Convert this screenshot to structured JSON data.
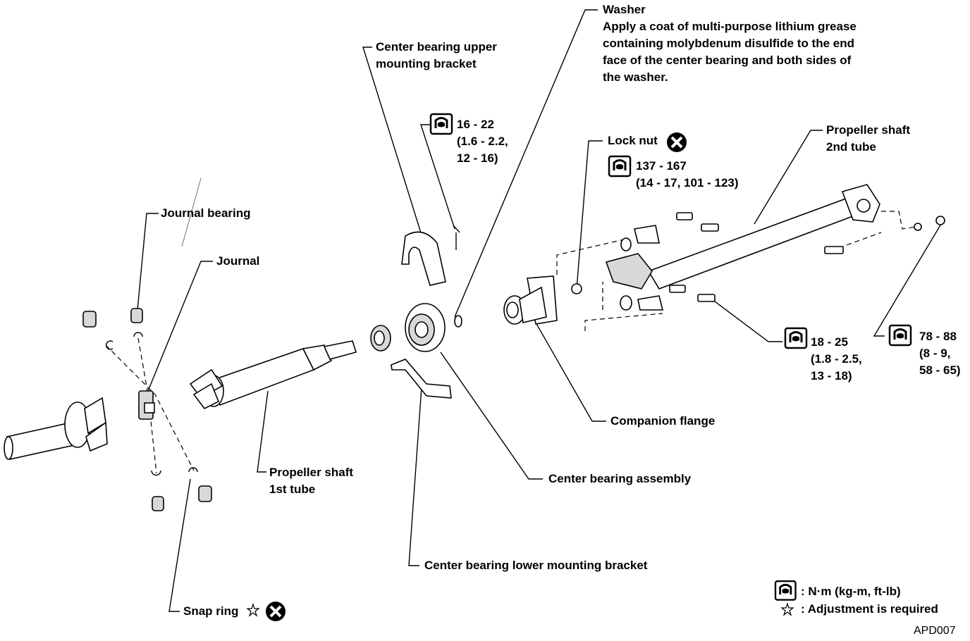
{
  "labels": {
    "washer": {
      "title": "Washer",
      "note": [
        "Apply a coat of multi-purpose lithium grease",
        "containing molybdenum disulfide to the end",
        "face of the center bearing and both sides of",
        "the washer."
      ]
    },
    "upper_bracket": [
      "Center bearing upper",
      "mounting bracket"
    ],
    "torque_upper_bracket": [
      "16 - 22",
      "(1.6 - 2.2,",
      "12 - 16)"
    ],
    "lock_nut": "Lock nut",
    "torque_lock_nut": [
      "137 - 167",
      "(14 - 17, 101 - 123)"
    ],
    "second_tube": [
      "Propeller shaft",
      "2nd tube"
    ],
    "journal_bearing": "Journal bearing",
    "journal": "Journal",
    "torque_flange_bolts": [
      "18 - 25",
      "(1.8 - 2.5,",
      "13 - 18)"
    ],
    "torque_rear_bolts": [
      "78 - 88",
      "(8 - 9,",
      "58 - 65)"
    ],
    "companion_flange": "Companion flange",
    "first_tube": [
      "Propeller shaft",
      "1st tube"
    ],
    "center_bearing_assembly": "Center bearing assembly",
    "lower_bracket": "Center bearing lower mounting bracket",
    "snap_ring": "Snap ring",
    "legend": {
      "torque": ": N·m (kg-m, ft-lb)",
      "adjustment": ": Adjustment is required"
    },
    "figure_code": "APD007"
  },
  "icons": {
    "torque": "torque-wrench-icon",
    "do_not_reuse": "x-circle-icon",
    "adjustment": "star-outline-icon"
  }
}
